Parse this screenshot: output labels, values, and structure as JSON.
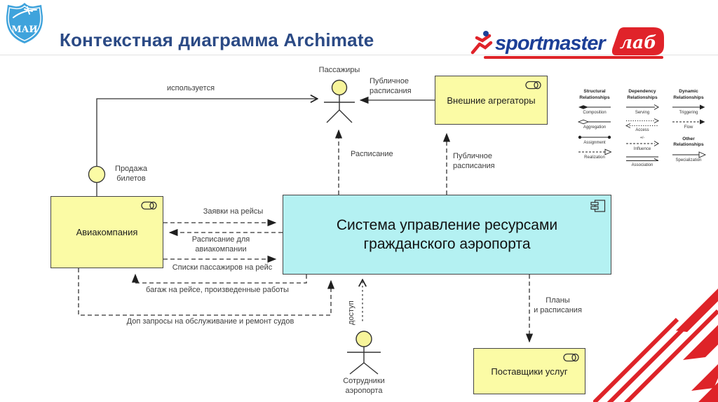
{
  "colors": {
    "title_blue": "#2b4a85",
    "brand_blue": "#1c3f97",
    "accent_red": "#de2328",
    "box_yellow": "#fbfba5",
    "box_cyan": "#b4f1f2",
    "line_dark": "#333333"
  },
  "header": {
    "title": "Контекстная диаграмма Archimate",
    "mai_text": "МАИ",
    "sportmaster_text": "sportmaster",
    "lab_text": "лаб"
  },
  "diagram": {
    "passengers": "Пассажиры",
    "employees": {
      "l1": "Сотрудники",
      "l2": "аэропорта"
    },
    "interface": {
      "l1": "Продажа",
      "l2": "билетов"
    },
    "boxes": {
      "aggregators": "Внешние агрегаторы",
      "airline": "Авиакомпания",
      "system_l1": "Система управление  ресурсами",
      "system_l2": "гражданского аэропорта",
      "providers": "Поставщики услуг"
    },
    "edges": {
      "used": "используется",
      "public_top_l1": "Публичное",
      "public_top_l2": "расписания",
      "schedule": "Расписание",
      "public_right_l1": "Публичное",
      "public_right_l2": "расписания",
      "requests": "Заявки на рейсы",
      "sched_air_l1": "Расписание для",
      "sched_air_l2": "авиакомпании",
      "lists": "Списки пассажиров на рейс",
      "baggage": "багаж на рейсе, произведенные работы",
      "extra": "Доп запросы на обслуживание  и ремонт судов",
      "access": "доступ",
      "plans_l1": "Планы",
      "plans_l2": "и расписания"
    }
  },
  "legend": {
    "col1": {
      "t1": "Structural",
      "t2": "Relationships",
      "i1": "Composition",
      "i2": "Aggregation",
      "i3": "Assignment",
      "i4": "Realization"
    },
    "col2": {
      "t1": "Dependency",
      "t2": "Relationships",
      "i1": "Serving",
      "i2": "Access",
      "i3_note": "+/-",
      "i3": "Influence",
      "i4": "Association"
    },
    "col3": {
      "t1": "Dynamic",
      "t2": "Relationships",
      "i1": "Triggering",
      "i2": "Flow",
      "t3": "Other",
      "t4": "Relationships",
      "i3": "Specialization"
    }
  }
}
